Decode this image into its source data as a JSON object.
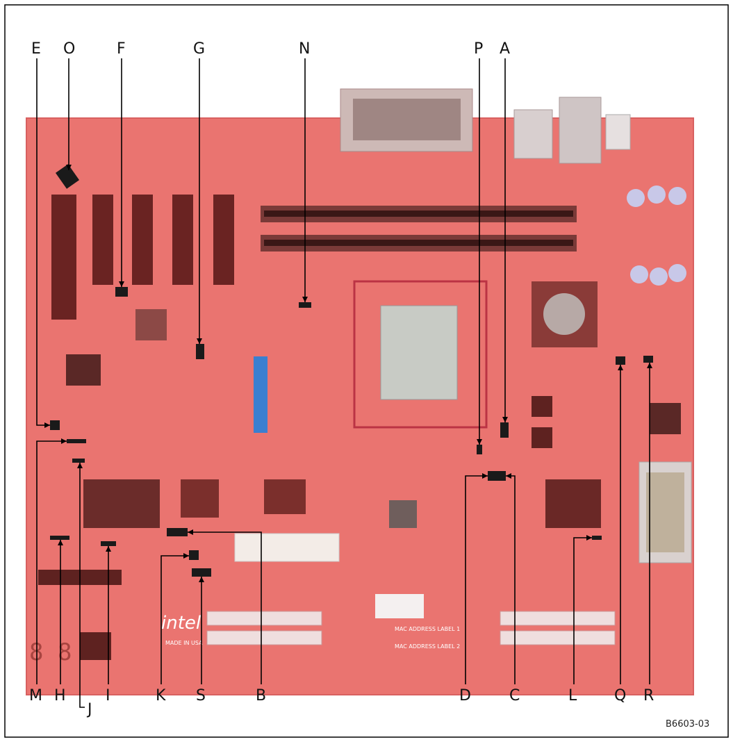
{
  "figure": {
    "caption_id": "B6603-03",
    "callouts_top": [
      "E",
      "O",
      "F",
      "G",
      "N",
      "P",
      "A"
    ],
    "callouts_bottom": [
      "M",
      "H",
      "I",
      "K",
      "S",
      "B",
      "D",
      "C",
      "L",
      "Q",
      "R"
    ],
    "callout_extra": [
      "J"
    ],
    "board": {
      "silkscreen": {
        "logo": "intel",
        "made_in": "MADE IN USA",
        "mac_label_1": "MAC ADDRESS LABEL 1",
        "mac_label_2": "MAC ADDRESS LABEL 2"
      }
    },
    "colors": {
      "board": "#e86a66",
      "board_dark": "#c8443f",
      "connector": "#7a2a28",
      "jumper": "#1a1a1a",
      "leader_line": "#000000"
    }
  }
}
